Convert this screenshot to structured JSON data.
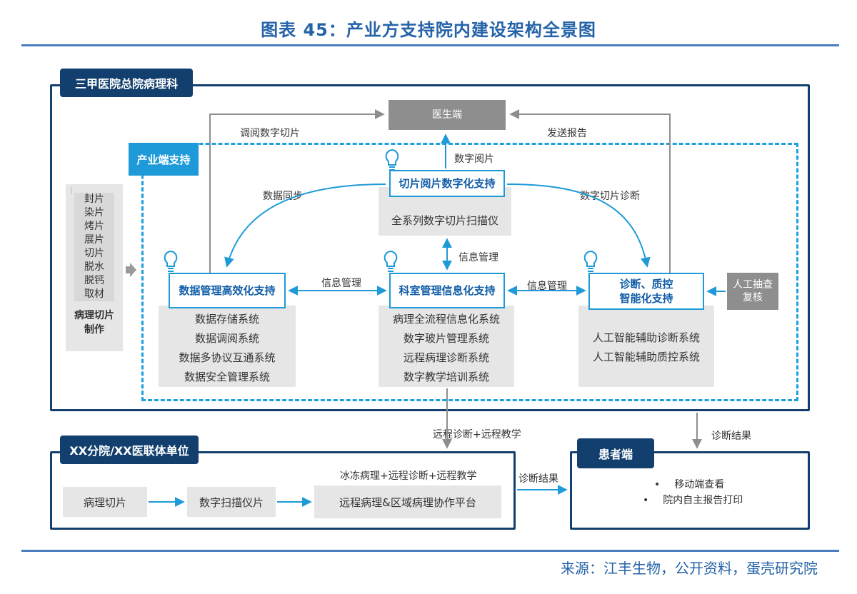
{
  "title": "图表 45：产业方支持院内建设架构全景图",
  "hospital": {
    "label": "三甲医院总院病理科",
    "doctor_end": "医生端",
    "industry_label": "产业端支持",
    "process": {
      "steps": [
        "封片",
        "染片",
        "烤片",
        "展片",
        "切片",
        "脱水",
        "脱钙",
        "取材"
      ],
      "footer": "病理切片\n制作"
    },
    "manual_review": "人工抽查\n复核",
    "nodes": {
      "slide": {
        "title": "切片阅片数字化支持",
        "items": [
          "全系列数字切片扫描仪"
        ]
      },
      "data": {
        "title": "数据管理高效化支持",
        "items": [
          "数据存储系统",
          "数据调阅系统",
          "数据多协议互通系统",
          "数据安全管理系统"
        ]
      },
      "lab": {
        "title": "科室管理信息化支持",
        "items": [
          "病理全流程信息化系统",
          "数字玻片管理系统",
          "远程病理诊断系统",
          "数字教学培训系统"
        ]
      },
      "diag": {
        "title": "诊断、质控\n智能化支持",
        "items": [
          "人工智能辅助诊断系统",
          "人工智能辅助质控系统"
        ]
      }
    },
    "edge_labels": {
      "read_slide": "调阅数字切片",
      "send_report": "发送报告",
      "digital_read": "数字阅片",
      "data_sync": "数据同步",
      "digital_diag": "数字切片诊断",
      "info_mgmt_v": "信息管理",
      "info_mgmt_l": "信息管理",
      "info_mgmt_r": "信息管理"
    }
  },
  "remote_teach": "远程诊断+远程教学",
  "diag_result_top": "诊断结果",
  "branch": {
    "label": "XX分院/XX医联体单位",
    "step1": "病理切片",
    "step2": "数字扫描仪片",
    "platform_caption": "冰冻病理+远程诊断+远程教学",
    "platform": "远程病理&区域病理协作平台"
  },
  "diag_result_bottom": "诊断结果",
  "patient": {
    "label": "患者端",
    "items": [
      "移动端查看",
      "院内自主报告打印"
    ]
  },
  "source": "来源：江丰生物，公开资料，蛋壳研究院",
  "colors": {
    "navy": "#123f6d",
    "cyan": "#1e9ad8",
    "title_blue": "#2563a8",
    "gray": "#8e8e8e"
  }
}
